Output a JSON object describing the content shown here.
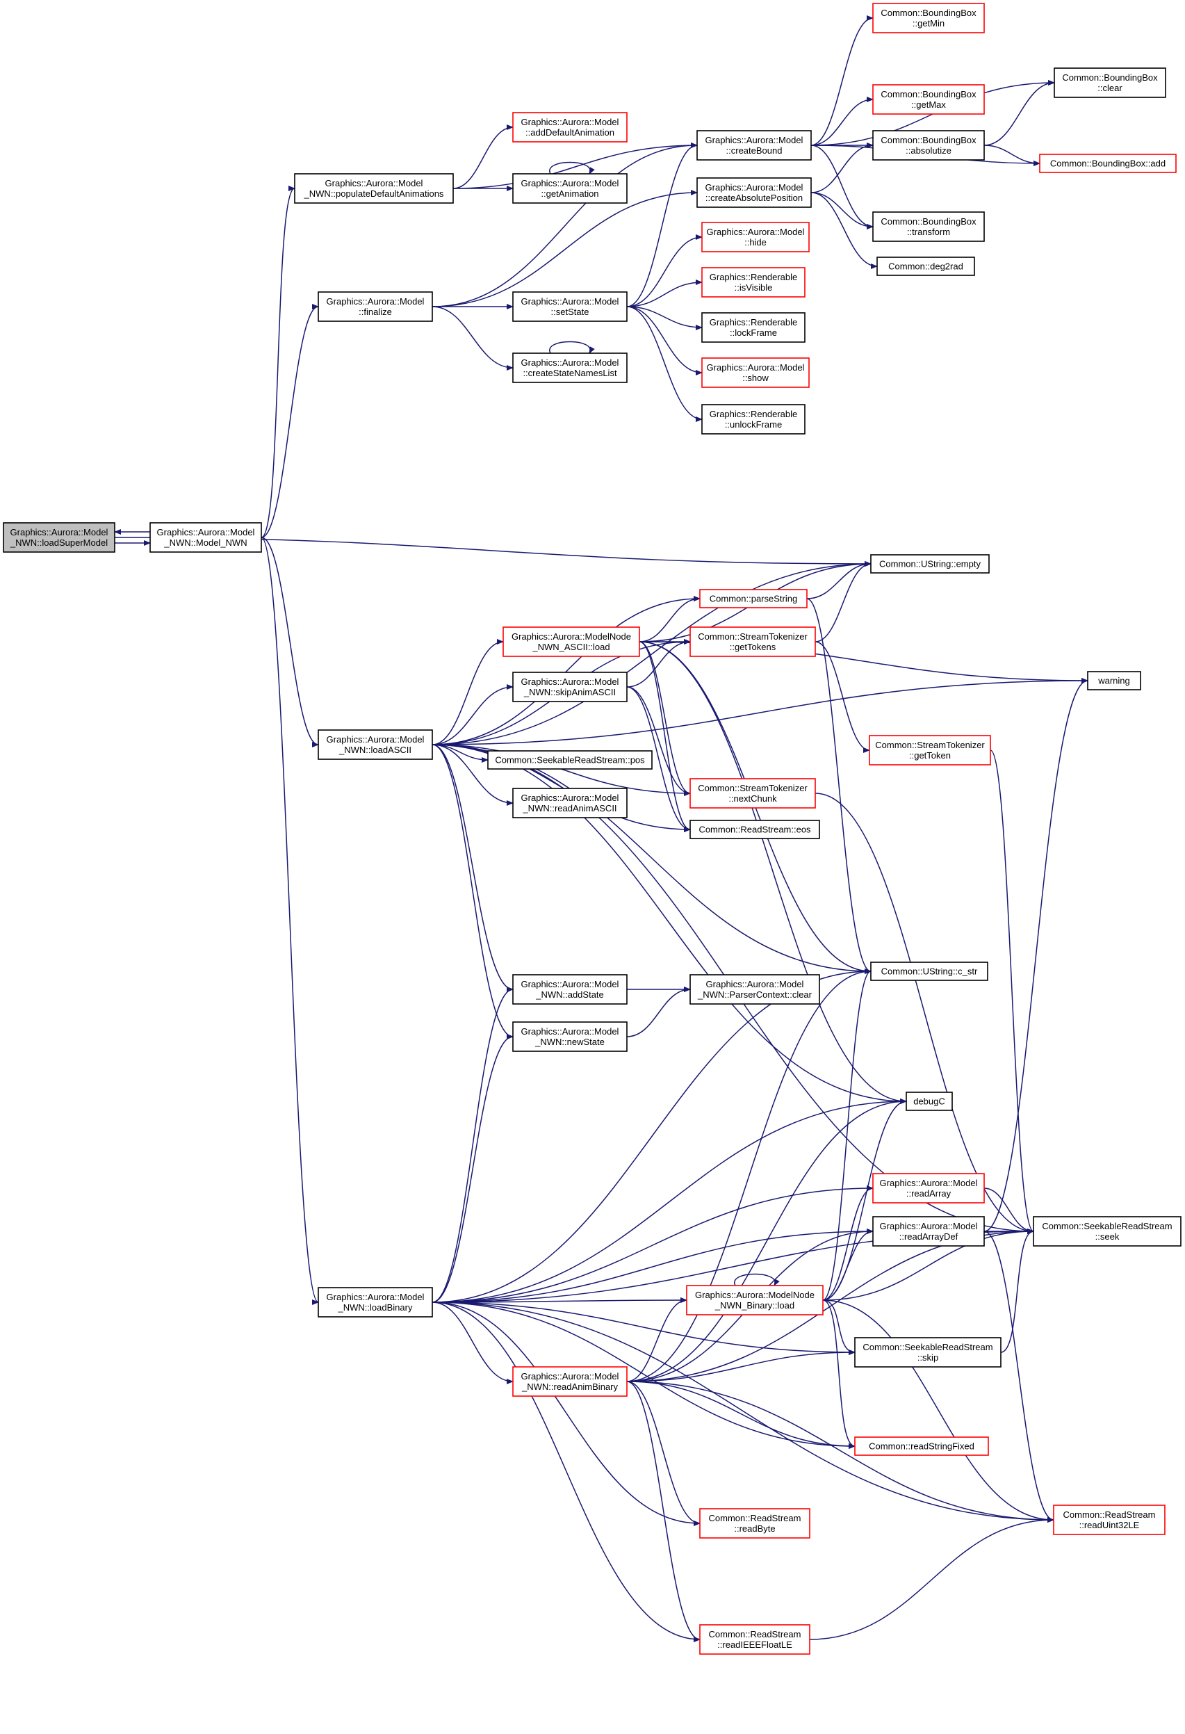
{
  "colors": {
    "edge": "#191970",
    "border_normal": "#000000",
    "border_truncated": "#ff0000",
    "fill_highlight": "#bfbfbf",
    "fill_normal": "#ffffff"
  },
  "nodes": [
    {
      "id": "loadSuperModel",
      "lines": [
        "Graphics::Aurora::Model",
        "_NWN::loadSuperModel"
      ],
      "style": "highlight"
    },
    {
      "id": "modelNWN",
      "lines": [
        "Graphics::Aurora::Model",
        "_NWN::Model_NWN"
      ],
      "style": "normal"
    },
    {
      "id": "populate",
      "lines": [
        "Graphics::Aurora::Model",
        "_NWN::populateDefaultAnimations"
      ],
      "style": "normal"
    },
    {
      "id": "finalize",
      "lines": [
        "Graphics::Aurora::Model",
        "::finalize"
      ],
      "style": "normal"
    },
    {
      "id": "loadASCII",
      "lines": [
        "Graphics::Aurora::Model",
        "_NWN::loadASCII"
      ],
      "style": "normal"
    },
    {
      "id": "loadBinary",
      "lines": [
        "Graphics::Aurora::Model",
        "_NWN::loadBinary"
      ],
      "style": "normal"
    },
    {
      "id": "addDefaultAnim",
      "lines": [
        "Graphics::Aurora::Model",
        "::addDefaultAnimation"
      ],
      "style": "red"
    },
    {
      "id": "getAnimation",
      "lines": [
        "Graphics::Aurora::Model",
        "::getAnimation"
      ],
      "style": "normal"
    },
    {
      "id": "setState",
      "lines": [
        "Graphics::Aurora::Model",
        "::setState"
      ],
      "style": "normal"
    },
    {
      "id": "createStateNames",
      "lines": [
        "Graphics::Aurora::Model",
        "::createStateNamesList"
      ],
      "style": "normal"
    },
    {
      "id": "createBound",
      "lines": [
        "Graphics::Aurora::Model",
        "::createBound"
      ],
      "style": "normal"
    },
    {
      "id": "createAbsPos",
      "lines": [
        "Graphics::Aurora::Model",
        "::createAbsolutePosition"
      ],
      "style": "normal"
    },
    {
      "id": "hide",
      "lines": [
        "Graphics::Aurora::Model",
        "::hide"
      ],
      "style": "red"
    },
    {
      "id": "isVisible",
      "lines": [
        "Graphics::Renderable",
        "::isVisible"
      ],
      "style": "red"
    },
    {
      "id": "lockFrame",
      "lines": [
        "Graphics::Renderable",
        "::lockFrame"
      ],
      "style": "normal"
    },
    {
      "id": "show",
      "lines": [
        "Graphics::Aurora::Model",
        "::show"
      ],
      "style": "red"
    },
    {
      "id": "unlockFrame",
      "lines": [
        "Graphics::Renderable",
        "::unlockFrame"
      ],
      "style": "normal"
    },
    {
      "id": "getMin",
      "lines": [
        "Common::BoundingBox",
        "::getMin"
      ],
      "style": "red"
    },
    {
      "id": "getMax",
      "lines": [
        "Common::BoundingBox",
        "::getMax"
      ],
      "style": "red"
    },
    {
      "id": "bbClear",
      "lines": [
        "Common::BoundingBox",
        "::clear"
      ],
      "style": "normal"
    },
    {
      "id": "absolutize",
      "lines": [
        "Common::BoundingBox",
        "::absolutize"
      ],
      "style": "normal"
    },
    {
      "id": "bbAdd",
      "lines": [
        "Common::BoundingBox::add"
      ],
      "style": "red"
    },
    {
      "id": "transform",
      "lines": [
        "Common::BoundingBox",
        "::transform"
      ],
      "style": "normal"
    },
    {
      "id": "deg2rad",
      "lines": [
        "Common::deg2rad"
      ],
      "style": "normal"
    },
    {
      "id": "nodeAsciiLoad",
      "lines": [
        "Graphics::Aurora::ModelNode",
        "_NWN_ASCII::load"
      ],
      "style": "red"
    },
    {
      "id": "skipAnimASCII",
      "lines": [
        "Graphics::Aurora::Model",
        "_NWN::skipAnimASCII"
      ],
      "style": "normal"
    },
    {
      "id": "srsPos",
      "lines": [
        "Common::SeekableReadStream::pos"
      ],
      "style": "normal"
    },
    {
      "id": "readAnimASCII",
      "lines": [
        "Graphics::Aurora::Model",
        "_NWN::readAnimASCII"
      ],
      "style": "normal"
    },
    {
      "id": "ustrEmpty",
      "lines": [
        "Common::UString::empty"
      ],
      "style": "normal"
    },
    {
      "id": "parseString",
      "lines": [
        "Common::parseString"
      ],
      "style": "red"
    },
    {
      "id": "getTokens",
      "lines": [
        "Common::StreamTokenizer",
        "::getTokens"
      ],
      "style": "red"
    },
    {
      "id": "warning",
      "lines": [
        "warning"
      ],
      "style": "normal"
    },
    {
      "id": "getToken",
      "lines": [
        "Common::StreamTokenizer",
        "::getToken"
      ],
      "style": "red"
    },
    {
      "id": "nextChunk",
      "lines": [
        "Common::StreamTokenizer",
        "::nextChunk"
      ],
      "style": "red"
    },
    {
      "id": "eos",
      "lines": [
        "Common::ReadStream::eos"
      ],
      "style": "normal"
    },
    {
      "id": "cstr",
      "lines": [
        "Common::UString::c_str"
      ],
      "style": "normal"
    },
    {
      "id": "addState",
      "lines": [
        "Graphics::Aurora::Model",
        "_NWN::addState"
      ],
      "style": "normal"
    },
    {
      "id": "newState",
      "lines": [
        "Graphics::Aurora::Model",
        "_NWN::newState"
      ],
      "style": "normal"
    },
    {
      "id": "pcClear",
      "lines": [
        "Graphics::Aurora::Model",
        "_NWN::ParserContext::clear"
      ],
      "style": "normal"
    },
    {
      "id": "debugC",
      "lines": [
        "debugC"
      ],
      "style": "normal"
    },
    {
      "id": "readArray",
      "lines": [
        "Graphics::Aurora::Model",
        "::readArray"
      ],
      "style": "red"
    },
    {
      "id": "readArrayDef",
      "lines": [
        "Graphics::Aurora::Model",
        "::readArrayDef"
      ],
      "style": "normal"
    },
    {
      "id": "srsSeek",
      "lines": [
        "Common::SeekableReadStream",
        "::seek"
      ],
      "style": "normal"
    },
    {
      "id": "nodeBinLoad",
      "lines": [
        "Graphics::Aurora::ModelNode",
        "_NWN_Binary::load"
      ],
      "style": "red"
    },
    {
      "id": "srsSkip",
      "lines": [
        "Common::SeekableReadStream",
        "::skip"
      ],
      "style": "normal"
    },
    {
      "id": "readAnimBinary",
      "lines": [
        "Graphics::Aurora::Model",
        "_NWN::readAnimBinary"
      ],
      "style": "red"
    },
    {
      "id": "readStringFixed",
      "lines": [
        "Common::readStringFixed"
      ],
      "style": "red"
    },
    {
      "id": "readByte",
      "lines": [
        "Common::ReadStream",
        "::readByte"
      ],
      "style": "red"
    },
    {
      "id": "readUint32LE",
      "lines": [
        "Common::ReadStream",
        "::readUint32LE"
      ],
      "style": "red"
    },
    {
      "id": "readFloat",
      "lines": [
        "Common::ReadStream",
        "::readIEEEFloatLE"
      ],
      "style": "red"
    }
  ],
  "edges": [
    [
      "modelNWN",
      "loadSuperModel"
    ],
    [
      "loadSuperModel",
      "modelNWN"
    ],
    [
      "loadSuperModel",
      "ustrEmpty"
    ],
    [
      "modelNWN",
      "populate"
    ],
    [
      "modelNWN",
      "finalize"
    ],
    [
      "modelNWN",
      "loadASCII"
    ],
    [
      "modelNWN",
      "loadBinary"
    ],
    [
      "populate",
      "addDefaultAnim"
    ],
    [
      "populate",
      "getAnimation"
    ],
    [
      "populate",
      "createBound"
    ],
    [
      "getAnimation",
      "getAnimation"
    ],
    [
      "finalize",
      "createBound"
    ],
    [
      "finalize",
      "createAbsPos"
    ],
    [
      "finalize",
      "setState"
    ],
    [
      "finalize",
      "createStateNames"
    ],
    [
      "createStateNames",
      "createStateNames"
    ],
    [
      "setState",
      "createBound"
    ],
    [
      "setState",
      "hide"
    ],
    [
      "setState",
      "isVisible"
    ],
    [
      "setState",
      "lockFrame"
    ],
    [
      "setState",
      "show"
    ],
    [
      "setState",
      "unlockFrame"
    ],
    [
      "createBound",
      "getMin"
    ],
    [
      "createBound",
      "bbClear"
    ],
    [
      "createBound",
      "getMax"
    ],
    [
      "createBound",
      "absolutize"
    ],
    [
      "createBound",
      "bbAdd"
    ],
    [
      "createBound",
      "transform"
    ],
    [
      "createAbsPos",
      "absolutize"
    ],
    [
      "createAbsPos",
      "transform"
    ],
    [
      "createAbsPos",
      "deg2rad"
    ],
    [
      "absolutize",
      "bbClear"
    ],
    [
      "absolutize",
      "bbAdd"
    ],
    [
      "loadASCII",
      "warning"
    ],
    [
      "loadASCII",
      "ustrEmpty"
    ],
    [
      "loadASCII",
      "parseString"
    ],
    [
      "loadASCII",
      "getTokens"
    ],
    [
      "loadASCII",
      "nodeAsciiLoad"
    ],
    [
      "loadASCII",
      "skipAnimASCII"
    ],
    [
      "loadASCII",
      "srsPos"
    ],
    [
      "loadASCII",
      "readAnimASCII"
    ],
    [
      "loadASCII",
      "nextChunk"
    ],
    [
      "loadASCII",
      "eos"
    ],
    [
      "loadASCII",
      "srsSeek"
    ],
    [
      "loadASCII",
      "cstr"
    ],
    [
      "loadASCII",
      "debugC"
    ],
    [
      "loadASCII",
      "addState"
    ],
    [
      "loadASCII",
      "newState"
    ],
    [
      "nodeAsciiLoad",
      "ustrEmpty"
    ],
    [
      "nodeAsciiLoad",
      "parseString"
    ],
    [
      "nodeAsciiLoad",
      "getTokens"
    ],
    [
      "nodeAsciiLoad",
      "warning"
    ],
    [
      "nodeAsciiLoad",
      "nextChunk"
    ],
    [
      "nodeAsciiLoad",
      "eos"
    ],
    [
      "nodeAsciiLoad",
      "cstr"
    ],
    [
      "nodeAsciiLoad",
      "debugC"
    ],
    [
      "skipAnimASCII",
      "getTokens"
    ],
    [
      "skipAnimASCII",
      "nextChunk"
    ],
    [
      "skipAnimASCII",
      "eos"
    ],
    [
      "parseString",
      "ustrEmpty"
    ],
    [
      "parseString",
      "cstr"
    ],
    [
      "getTokens",
      "ustrEmpty"
    ],
    [
      "getTokens",
      "getToken"
    ],
    [
      "getToken",
      "srsSeek"
    ],
    [
      "nextChunk",
      "srsSeek"
    ],
    [
      "addState",
      "pcClear"
    ],
    [
      "newState",
      "pcClear"
    ],
    [
      "loadBinary",
      "addState"
    ],
    [
      "loadBinary",
      "newState"
    ],
    [
      "loadBinary",
      "cstr"
    ],
    [
      "loadBinary",
      "debugC"
    ],
    [
      "loadBinary",
      "readArray"
    ],
    [
      "loadBinary",
      "readArrayDef"
    ],
    [
      "loadBinary",
      "nodeBinLoad"
    ],
    [
      "loadBinary",
      "srsSkip"
    ],
    [
      "loadBinary",
      "readAnimBinary"
    ],
    [
      "loadBinary",
      "readStringFixed"
    ],
    [
      "loadBinary",
      "readByte"
    ],
    [
      "loadBinary",
      "srsSeek"
    ],
    [
      "loadBinary",
      "readUint32LE"
    ],
    [
      "loadBinary",
      "readFloat"
    ],
    [
      "readArray",
      "srsSeek"
    ],
    [
      "readArrayDef",
      "srsSeek"
    ],
    [
      "readArrayDef",
      "warning"
    ],
    [
      "readArrayDef",
      "readUint32LE"
    ],
    [
      "nodeBinLoad",
      "nodeBinLoad"
    ],
    [
      "nodeBinLoad",
      "cstr"
    ],
    [
      "nodeBinLoad",
      "debugC"
    ],
    [
      "nodeBinLoad",
      "readArray"
    ],
    [
      "nodeBinLoad",
      "readArrayDef"
    ],
    [
      "nodeBinLoad",
      "srsSeek"
    ],
    [
      "nodeBinLoad",
      "srsSkip"
    ],
    [
      "nodeBinLoad",
      "readStringFixed"
    ],
    [
      "nodeBinLoad",
      "readUint32LE"
    ],
    [
      "srsSkip",
      "srsSeek"
    ],
    [
      "readAnimBinary",
      "cstr"
    ],
    [
      "readAnimBinary",
      "debugC"
    ],
    [
      "readAnimBinary",
      "readArrayDef"
    ],
    [
      "readAnimBinary",
      "nodeBinLoad"
    ],
    [
      "readAnimBinary",
      "srsSkip"
    ],
    [
      "readAnimBinary",
      "srsSeek"
    ],
    [
      "readAnimBinary",
      "readStringFixed"
    ],
    [
      "readAnimBinary",
      "readByte"
    ],
    [
      "readAnimBinary",
      "readUint32LE"
    ],
    [
      "readAnimBinary",
      "readFloat"
    ],
    [
      "readFloat",
      "readUint32LE"
    ]
  ]
}
